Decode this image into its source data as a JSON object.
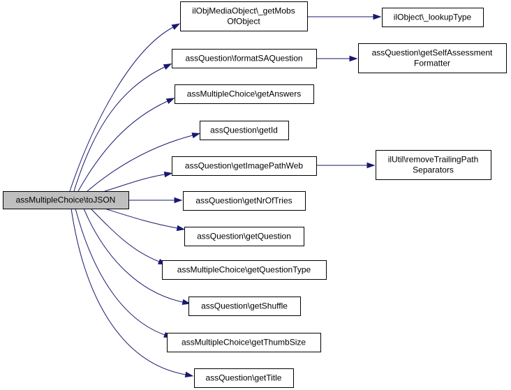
{
  "diagram": {
    "colors": {
      "edge": "#191970",
      "root_fill": "#bfbfbf",
      "node_fill": "#ffffff",
      "node_border": "#000000"
    },
    "nodes": {
      "root": {
        "lines": [
          "assMultipleChoice\\toJSON"
        ]
      },
      "getMobsOfObject": {
        "lines": [
          "ilObjMediaObject\\_getMobs",
          "OfObject"
        ]
      },
      "lookupType": {
        "lines": [
          "ilObject\\_lookupType"
        ]
      },
      "formatSAQuestion": {
        "lines": [
          "assQuestion\\formatSAQuestion"
        ]
      },
      "getSelfAssessmentFormatter": {
        "lines": [
          "assQuestion\\getSelfAssessment",
          "Formatter"
        ]
      },
      "getAnswers": {
        "lines": [
          "assMultipleChoice\\getAnswers"
        ]
      },
      "getId": {
        "lines": [
          "assQuestion\\getId"
        ]
      },
      "getImagePathWeb": {
        "lines": [
          "assQuestion\\getImagePathWeb"
        ]
      },
      "removeTrailingPathSeparators": {
        "lines": [
          "ilUtil\\removeTrailingPath",
          "Separators"
        ]
      },
      "getNrOfTries": {
        "lines": [
          "assQuestion\\getNrOfTries"
        ]
      },
      "getQuestion": {
        "lines": [
          "assQuestion\\getQuestion"
        ]
      },
      "getQuestionType": {
        "lines": [
          "assMultipleChoice\\getQuestionType"
        ]
      },
      "getShuffle": {
        "lines": [
          "assQuestion\\getShuffle"
        ]
      },
      "getThumbSize": {
        "lines": [
          "assMultipleChoice\\getThumbSize"
        ]
      },
      "getTitle": {
        "lines": [
          "assQuestion\\getTitle"
        ]
      }
    },
    "edges": [
      {
        "from": "root",
        "to": "getMobsOfObject"
      },
      {
        "from": "root",
        "to": "formatSAQuestion"
      },
      {
        "from": "root",
        "to": "getAnswers"
      },
      {
        "from": "root",
        "to": "getId"
      },
      {
        "from": "root",
        "to": "getImagePathWeb"
      },
      {
        "from": "root",
        "to": "getNrOfTries"
      },
      {
        "from": "root",
        "to": "getQuestion"
      },
      {
        "from": "root",
        "to": "getQuestionType"
      },
      {
        "from": "root",
        "to": "getShuffle"
      },
      {
        "from": "root",
        "to": "getThumbSize"
      },
      {
        "from": "root",
        "to": "getTitle"
      },
      {
        "from": "getMobsOfObject",
        "to": "lookupType"
      },
      {
        "from": "formatSAQuestion",
        "to": "getSelfAssessmentFormatter"
      },
      {
        "from": "getImagePathWeb",
        "to": "removeTrailingPathSeparators"
      }
    ]
  }
}
